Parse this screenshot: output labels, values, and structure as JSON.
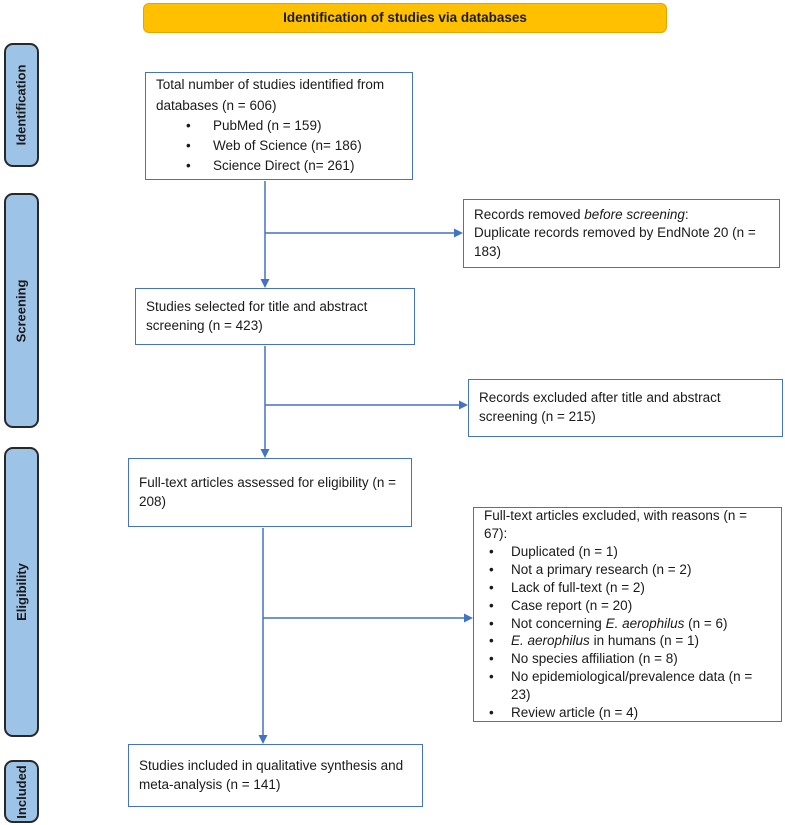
{
  "colors": {
    "banner_fill": "#FFC000",
    "banner_border": "#E7A300",
    "stage_fill": "#9DC3E6",
    "stage_border": "#26282A",
    "box_border": "#4472C4",
    "arrow": "#4472C4",
    "text": "#1A1A1A"
  },
  "banner": {
    "label": "Identification of studies via databases"
  },
  "stages": {
    "identification": "Identification",
    "screening": "Screening",
    "eligibility": "Eligibility",
    "included": "Included"
  },
  "boxes": {
    "identified": {
      "title": "Total number of studies identified from databases (n = 606)",
      "items": [
        "PubMed (n = 159)",
        "Web of Science (n= 186)",
        "Science Direct (n= 261)"
      ]
    },
    "records_removed": {
      "line1_pre": "Records removed ",
      "line1_italic": "before screening",
      "line1_post": ":",
      "line2": "Duplicate records removed  by EndNote 20 (n = 183)"
    },
    "title_abstract": {
      "text": "Studies selected for title and abstract screening (n = 423)"
    },
    "records_excluded": {
      "text": "Records excluded after title and abstract screening (n = 215)"
    },
    "fulltext_assessed": {
      "text": "Full-text articles assessed for eligibility (n = 208)"
    },
    "fulltext_excluded": {
      "title": "Full-text articles excluded, with reasons (n = 67):",
      "items": [
        {
          "pre": "Duplicated (n = 1)"
        },
        {
          "pre": "Not a primary research (n = 2)"
        },
        {
          "pre": "Lack of full-text (n = 2)"
        },
        {
          "pre": "Case report (n = 20)"
        },
        {
          "pre": "Not concerning ",
          "italic": "E. aerophilus",
          "post": " (n = 6)"
        },
        {
          "italic": "E. aerophilus",
          "post": " in humans (n = 1)"
        },
        {
          "pre": "No species affiliation (n = 8)"
        },
        {
          "pre": "No epidemiological/prevalence data (n = 23)"
        },
        {
          "pre": "Review article (n = 4)"
        }
      ]
    },
    "included": {
      "text": "Studies included in qualitative synthesis and meta-analysis (n = 141)"
    }
  }
}
